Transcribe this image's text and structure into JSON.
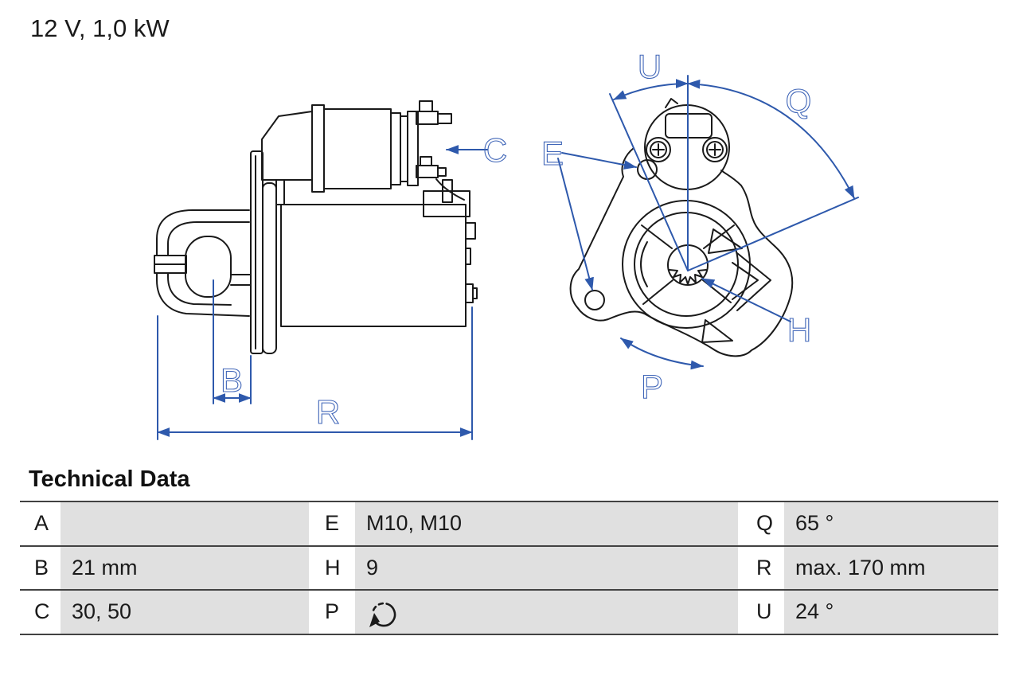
{
  "title": "12 V, 1,0 kW",
  "diagram": {
    "labels": {
      "c": "C",
      "b": "B",
      "r": "R",
      "u": "U",
      "q": "Q",
      "e": "E",
      "h": "H",
      "p": "P"
    },
    "colors": {
      "annotation_blue": "#2e59ac",
      "label_blue": "#4066b8",
      "line_black": "#1a1a1a"
    },
    "icons": {
      "p_rotation": "rotation-direction-icon"
    }
  },
  "table": {
    "heading": "Technical Data",
    "rows": [
      {
        "cells": [
          {
            "key": "A",
            "value": ""
          },
          {
            "key": "E",
            "value": "M10, M10"
          },
          {
            "key": "Q",
            "value": "65 °"
          }
        ]
      },
      {
        "cells": [
          {
            "key": "B",
            "value": "21 mm"
          },
          {
            "key": "H",
            "value": "9"
          },
          {
            "key": "R",
            "value": "max. 170 mm"
          }
        ]
      },
      {
        "cells": [
          {
            "key": "C",
            "value": "30, 50"
          },
          {
            "key": "P",
            "value": ""
          },
          {
            "key": "U",
            "value": "24 °"
          }
        ]
      }
    ]
  }
}
